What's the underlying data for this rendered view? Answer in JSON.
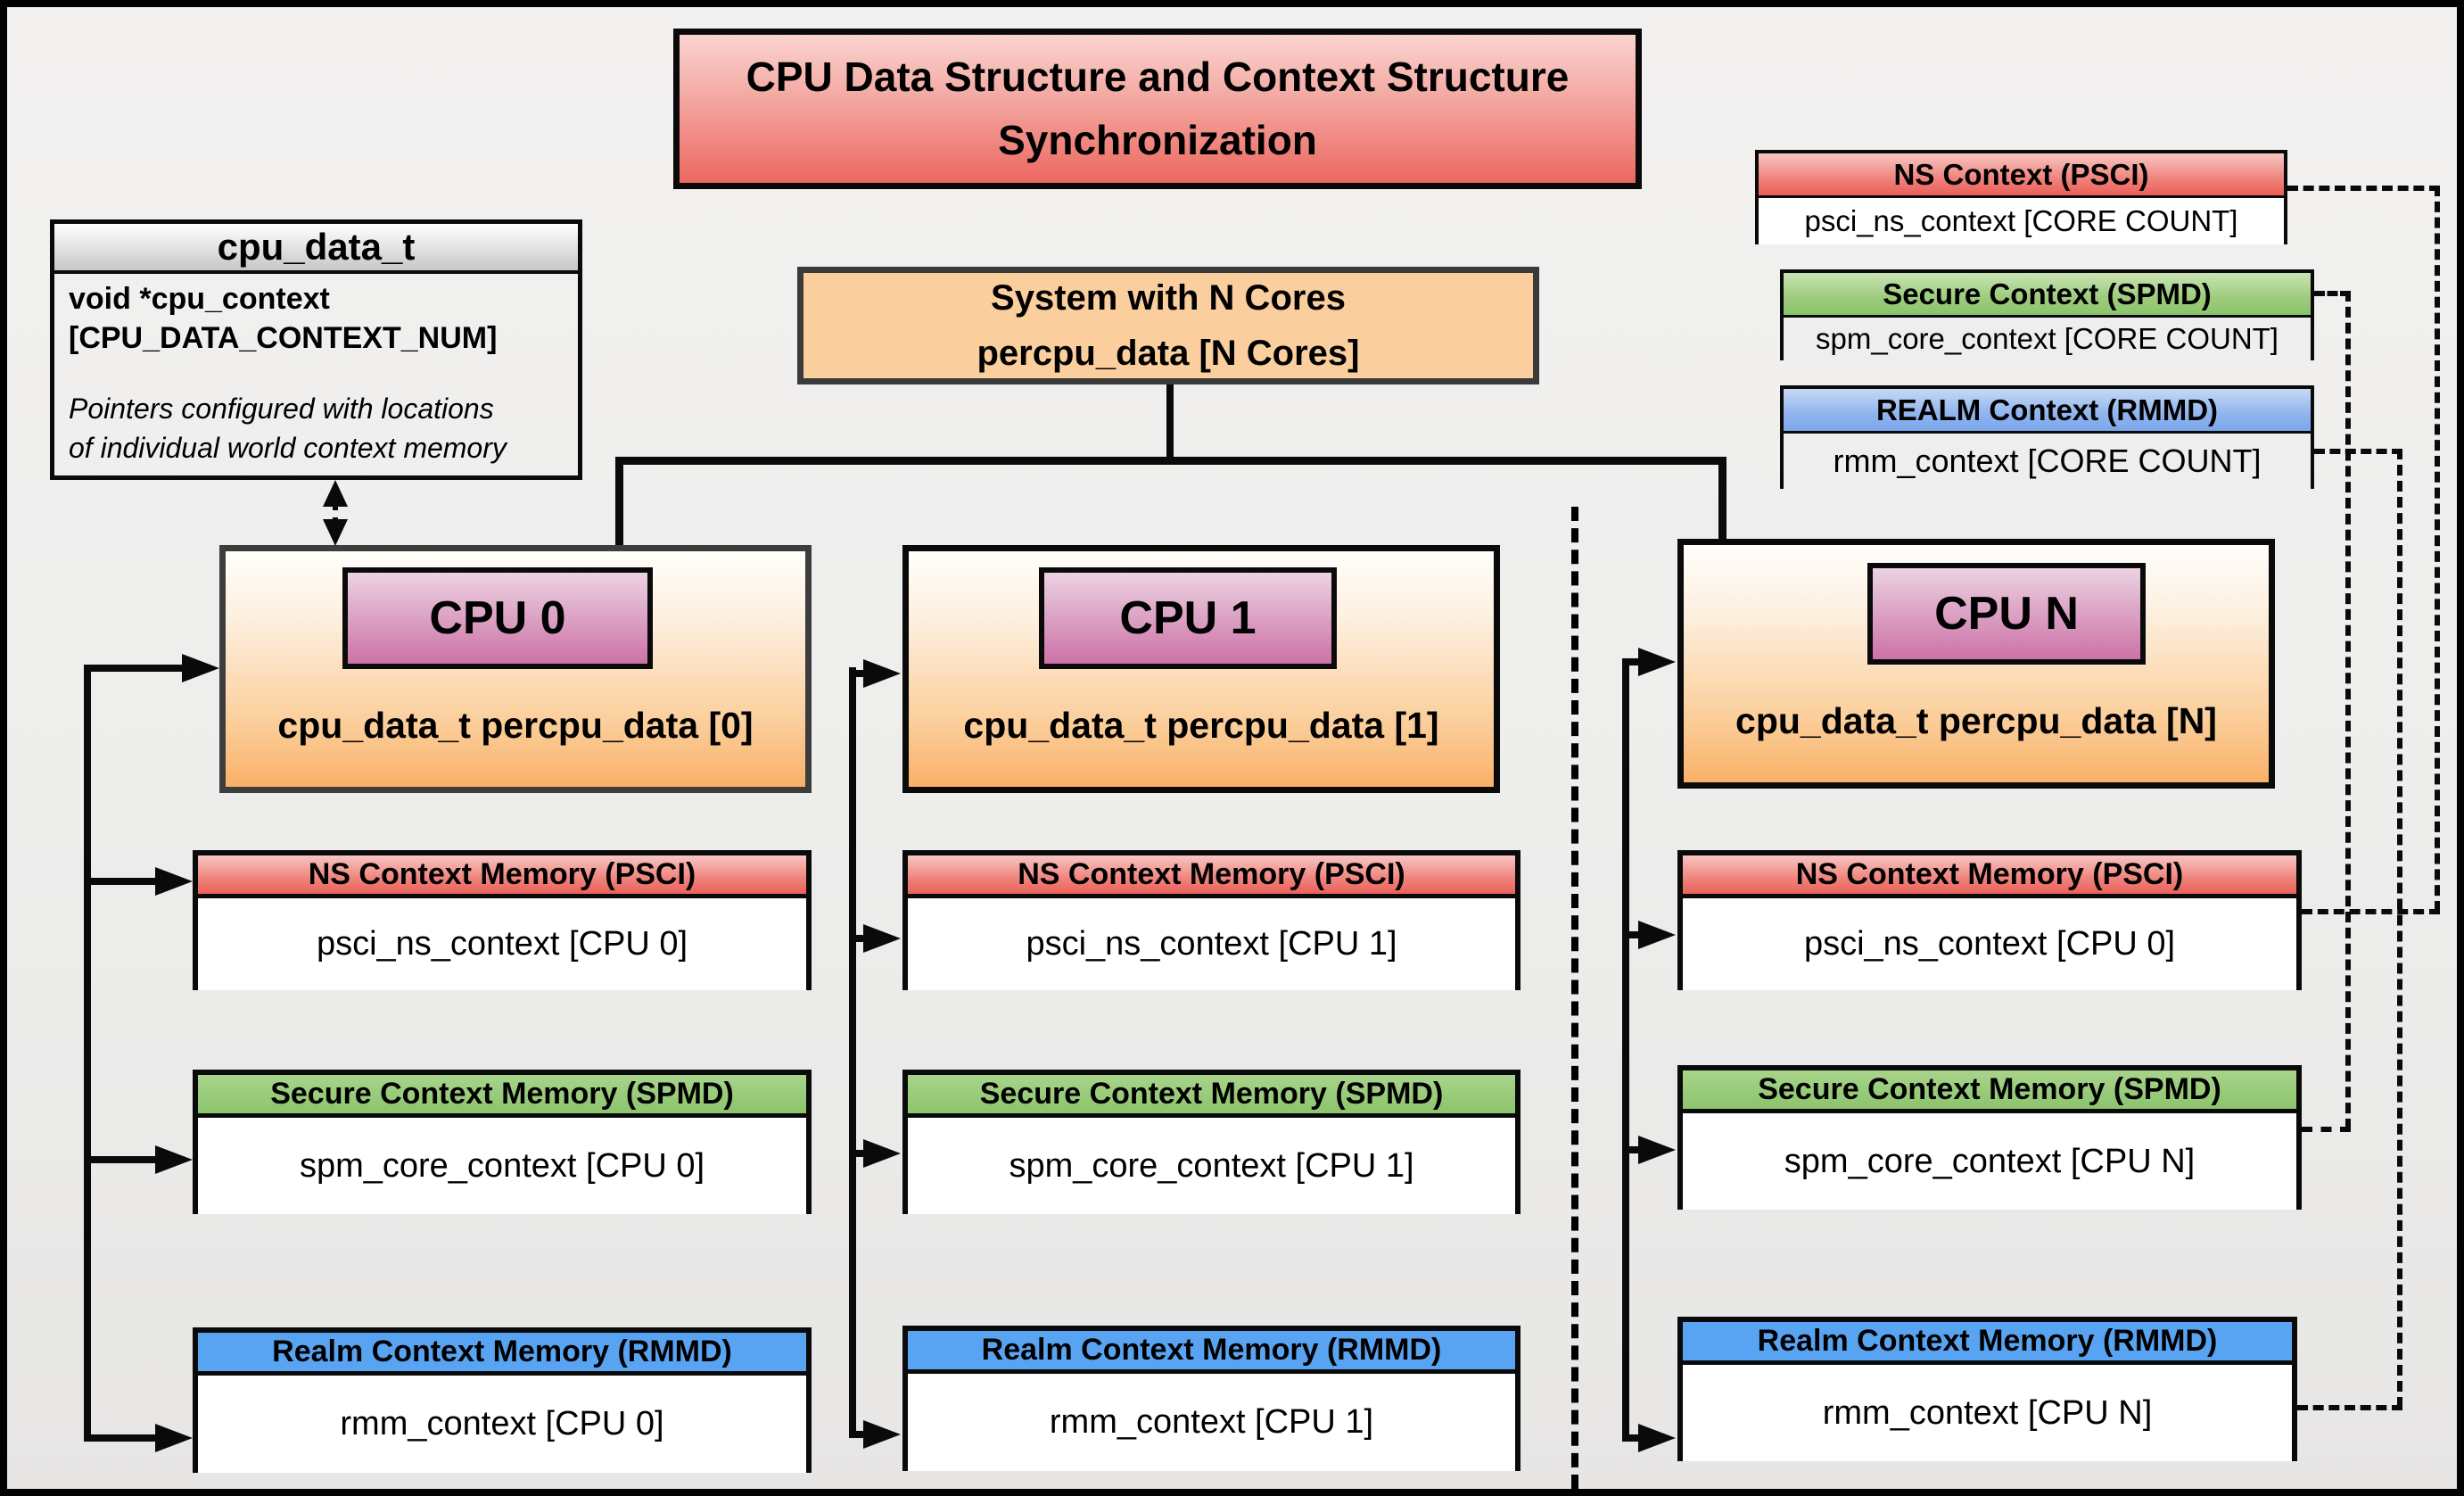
{
  "title": {
    "line1": "CPU Data Structure and Context Structure",
    "line2": "Synchronization"
  },
  "cpu_data_t_box": {
    "header": "cpu_data_t",
    "field_line1": "void  *cpu_context",
    "field_line2": "[CPU_DATA_CONTEXT_NUM]",
    "note_line1": "Pointers configured with locations",
    "note_line2": "of individual world context memory"
  },
  "system_box": {
    "line1": "System with N Cores",
    "line2": "percpu_data [N Cores]"
  },
  "legend": {
    "ns": {
      "header": "NS Context  (PSCI)",
      "body": "psci_ns_context [CORE COUNT]"
    },
    "spmd": {
      "header": "Secure Context (SPMD)",
      "body": "spm_core_context [CORE COUNT]"
    },
    "rmmd": {
      "header": "REALM Context (RMMD)",
      "body": "rmm_context [CORE COUNT]"
    }
  },
  "cpus": [
    {
      "badge": "CPU 0",
      "caption": "cpu_data_t percpu_data [0]",
      "ns": {
        "header": "NS Context Memory (PSCI)",
        "body": "psci_ns_context [CPU 0]"
      },
      "secure": {
        "header": "Secure Context Memory (SPMD)",
        "body": "spm_core_context [CPU 0]"
      },
      "realm": {
        "header": "Realm Context Memory (RMMD)",
        "body": "rmm_context [CPU 0]"
      }
    },
    {
      "badge": "CPU 1",
      "caption": "cpu_data_t percpu_data [1]",
      "ns": {
        "header": "NS Context Memory (PSCI)",
        "body": "psci_ns_context [CPU 1]"
      },
      "secure": {
        "header": "Secure Context Memory (SPMD)",
        "body": "spm_core_context [CPU 1]"
      },
      "realm": {
        "header": "Realm Context Memory (RMMD)",
        "body": "rmm_context [CPU 1]"
      }
    },
    {
      "badge": "CPU N",
      "caption": "cpu_data_t percpu_data [N]",
      "ns": {
        "header": "NS Context Memory (PSCI)",
        "body": "psci_ns_context [CPU 0]"
      },
      "secure": {
        "header": "Secure Context Memory (SPMD)",
        "body": "spm_core_context [CPU N]"
      },
      "realm": {
        "header": "Realm Context Memory (RMMD)",
        "body": "rmm_context [CPU N]"
      }
    }
  ],
  "colors": {
    "title_red": "#ec675f",
    "system_orange": "#fbcf9d",
    "ns_red": "#e96159",
    "secure_green": "#8cc46c",
    "realm_blue": "#58a4f3",
    "cpu_orange": "#f9b168",
    "badge_magenta": "#cd72a6"
  }
}
